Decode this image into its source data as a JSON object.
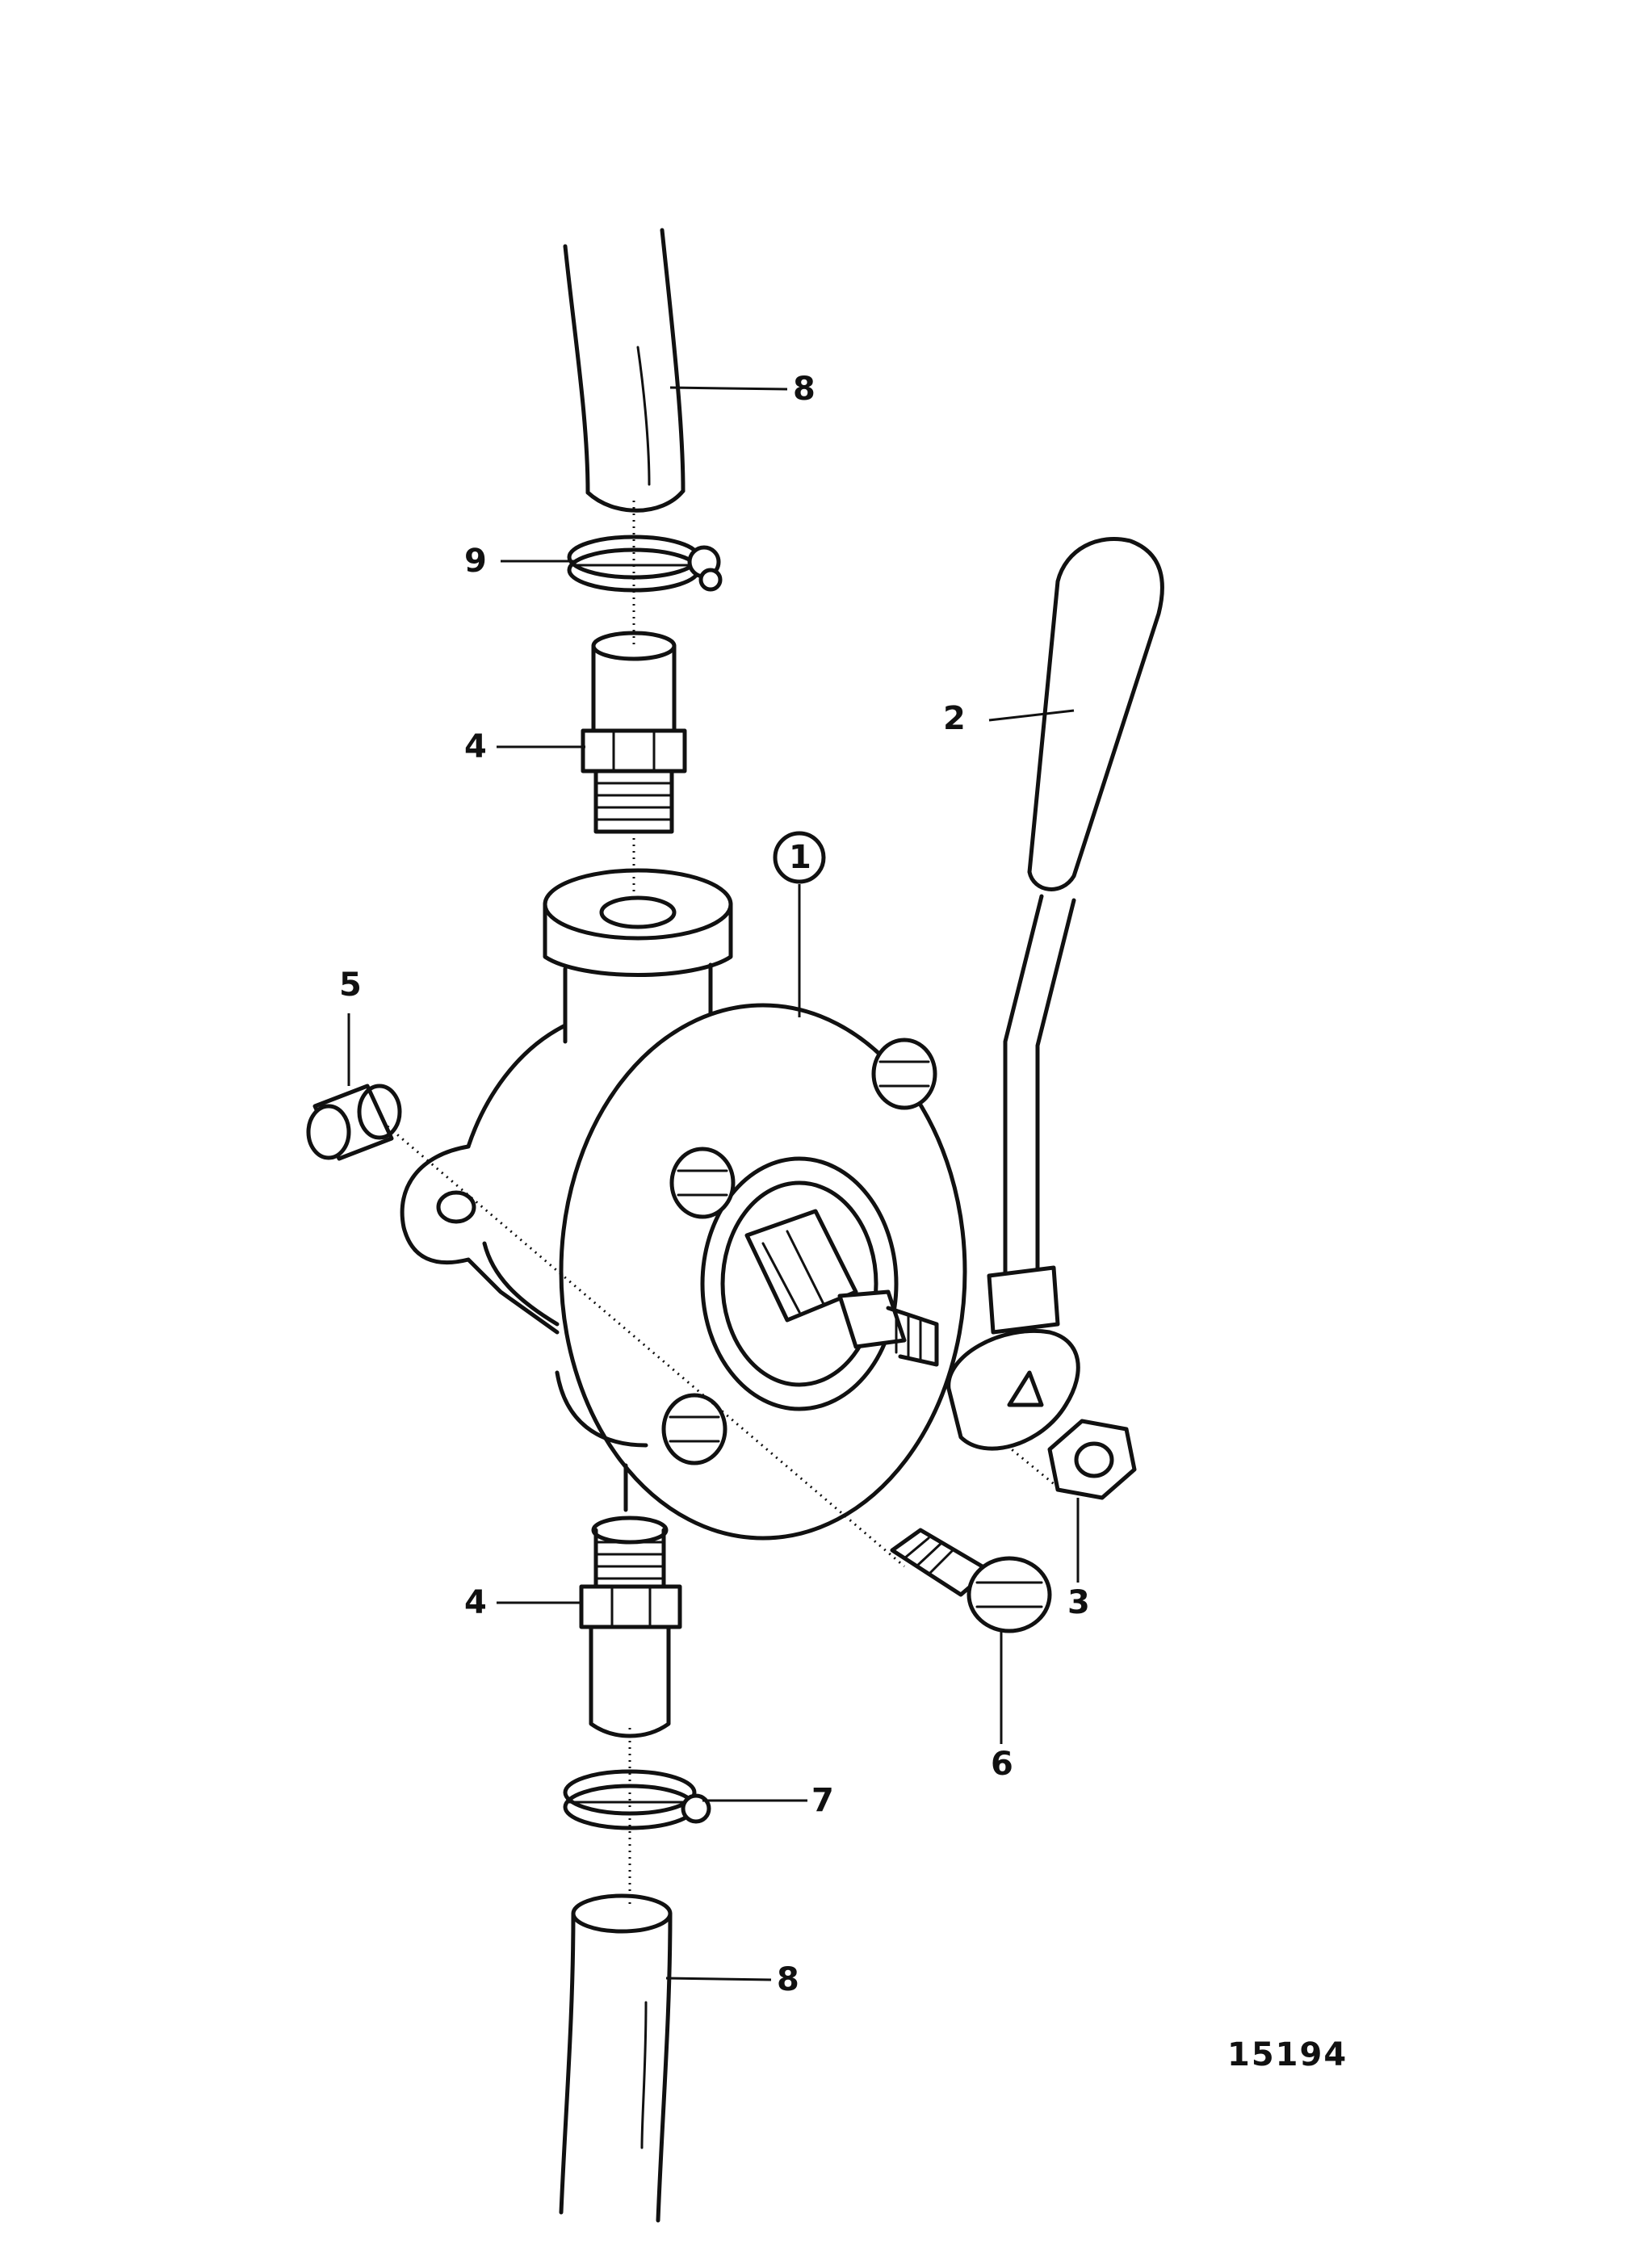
{
  "callouts": [
    {
      "id": "c8_top",
      "text": "8"
    },
    {
      "id": "c9",
      "text": "9"
    },
    {
      "id": "c2",
      "text": "2"
    },
    {
      "id": "c4_top",
      "text": "4"
    },
    {
      "id": "c1",
      "text": "1"
    },
    {
      "id": "c5",
      "text": "5"
    },
    {
      "id": "c4_bottom",
      "text": "4"
    },
    {
      "id": "c3",
      "text": "3"
    },
    {
      "id": "c6",
      "text": "6"
    },
    {
      "id": "c7",
      "text": "7"
    },
    {
      "id": "c8_bottom",
      "text": "8"
    }
  ],
  "reference_number": "15194",
  "colors": {
    "ink": "#111111",
    "paper": "#ffffff"
  }
}
